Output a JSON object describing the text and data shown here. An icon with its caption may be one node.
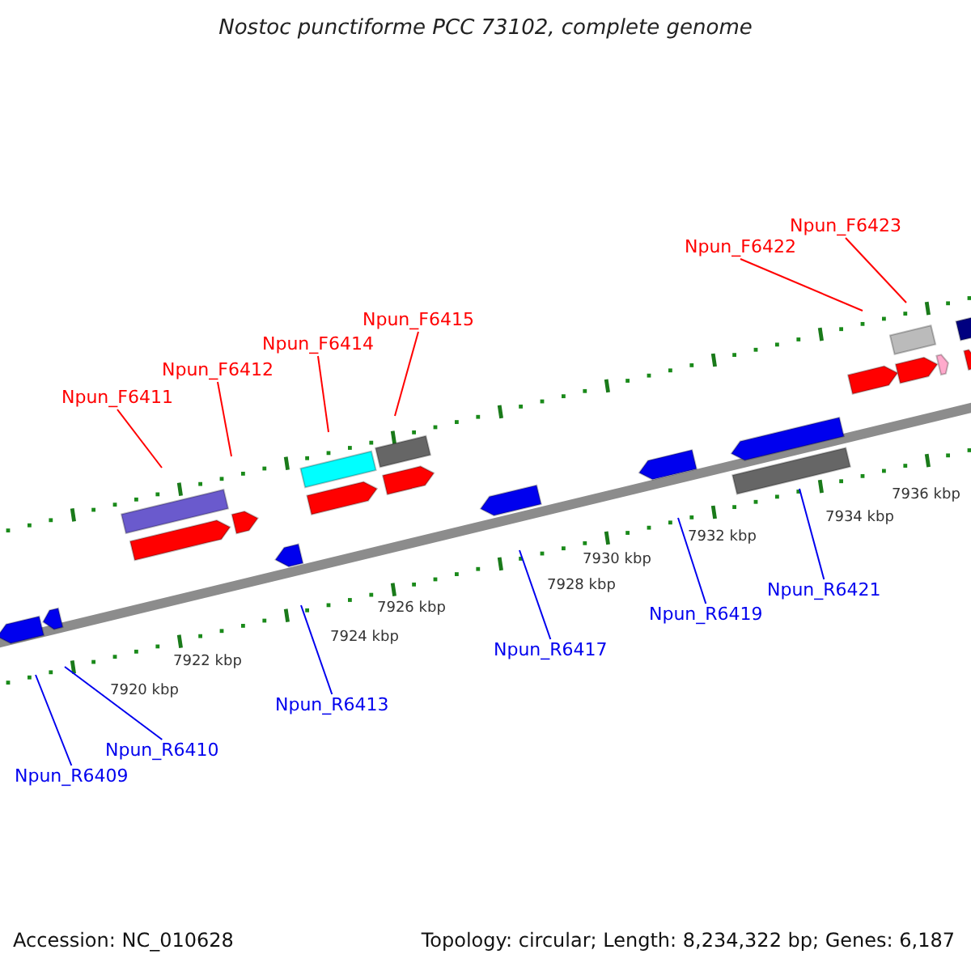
{
  "diagram": {
    "title": "Nostoc punctiforme PCC 73102, complete genome",
    "nodes": [
      {
        "text": [
          "Npun_F6411"
        ]
      },
      {
        "text": [
          "Npun_F6412"
        ]
      },
      {
        "text": [
          "Npun_F6414"
        ]
      },
      {
        "text": [
          "Npun_F6415"
        ]
      },
      {
        "text": [
          "Npun_F6422"
        ]
      },
      {
        "text": [
          "Npun_F6423"
        ]
      },
      {
        "text": [
          "Npun_R6409"
        ]
      },
      {
        "text": [
          "Npun_R6410"
        ]
      },
      {
        "text": [
          "Npun_R6413"
        ]
      },
      {
        "text": [
          "Npun_R6417"
        ]
      },
      {
        "text": [
          "Npun_R6419"
        ]
      },
      {
        "text": [
          "Npun_R6421"
        ]
      }
    ],
    "edges": [
      {
        "from": 0,
        "to": null,
        "arrow": "none",
        "color": "#ff0000"
      },
      {
        "from": 1,
        "to": null,
        "arrow": "none",
        "color": "#ff0000"
      },
      {
        "from": 2,
        "to": null,
        "arrow": "none",
        "color": "#ff0000"
      },
      {
        "from": 3,
        "to": null,
        "arrow": "none",
        "color": "#ff0000"
      },
      {
        "from": 4,
        "to": null,
        "arrow": "none",
        "color": "#ff0000"
      },
      {
        "from": 5,
        "to": null,
        "arrow": "none",
        "color": "#ff0000"
      },
      {
        "from": 6,
        "to": null,
        "arrow": "none",
        "color": "#0000ee"
      },
      {
        "from": 7,
        "to": null,
        "arrow": "none",
        "color": "#0000ee"
      },
      {
        "from": 8,
        "to": null,
        "arrow": "none",
        "color": "#0000ee"
      },
      {
        "from": 9,
        "to": null,
        "arrow": "none",
        "color": "#0000ee"
      },
      {
        "from": 10,
        "to": null,
        "arrow": "none",
        "color": "#0000ee"
      },
      {
        "from": 11,
        "to": null,
        "arrow": "none",
        "color": "#0000ee"
      }
    ],
    "labels": [
      "7936 kbp",
      "7934 kbp",
      "7932 kbp",
      "7930 kbp",
      "7928 kbp",
      "7926 kbp",
      "7924 kbp",
      "7922 kbp",
      "7920 kbp",
      "Accession: NC_010628",
      "Topology: circular; Length: 8,234,322 bp; Genes: 6,187"
    ]
  }
}
